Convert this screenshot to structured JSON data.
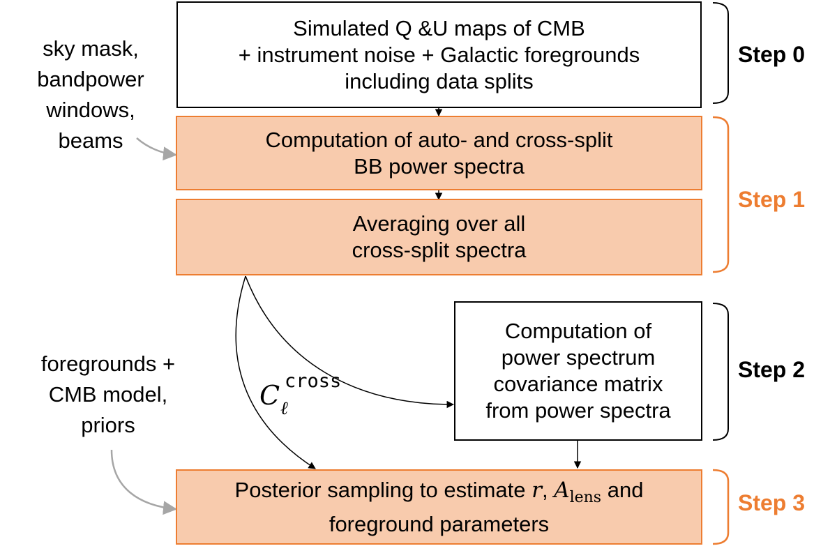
{
  "boxes": {
    "simulated": [
      "Simulated Q &U maps of CMB",
      "+ instrument noise + Galactic foregrounds",
      "including data splits"
    ],
    "computation_spectra": [
      "Computation of auto- and cross-split",
      "BB power spectra"
    ],
    "averaging": [
      "Averaging over all",
      "cross-split spectra"
    ],
    "covariance": [
      "Computation of",
      "power spectrum",
      "covariance matrix",
      "from power spectra"
    ],
    "posterior": {
      "line1_prefix": "Posterior sampling to estimate ",
      "r_symbol": "r",
      "separator": ", ",
      "a_symbol": "A",
      "a_subscript": "lens",
      "line1_suffix": " and",
      "line2": "foreground parameters"
    }
  },
  "inputs": {
    "sky_mask": [
      "sky mask,",
      "bandpower",
      "windows,",
      "beams"
    ],
    "foregrounds": [
      "foregrounds +",
      "CMB model,",
      "priors"
    ]
  },
  "steps": [
    "Step 0",
    "Step 1",
    "Step 2",
    "Step 3"
  ],
  "cross_label": {
    "symbol": "C",
    "superscript": "cross",
    "subscript": "ℓ"
  },
  "colors": {
    "accent_orange": "#ed7d31",
    "box_fill_orange": "#f8cbad",
    "arrow_gray": "#a6a6a6",
    "black": "#000000"
  }
}
